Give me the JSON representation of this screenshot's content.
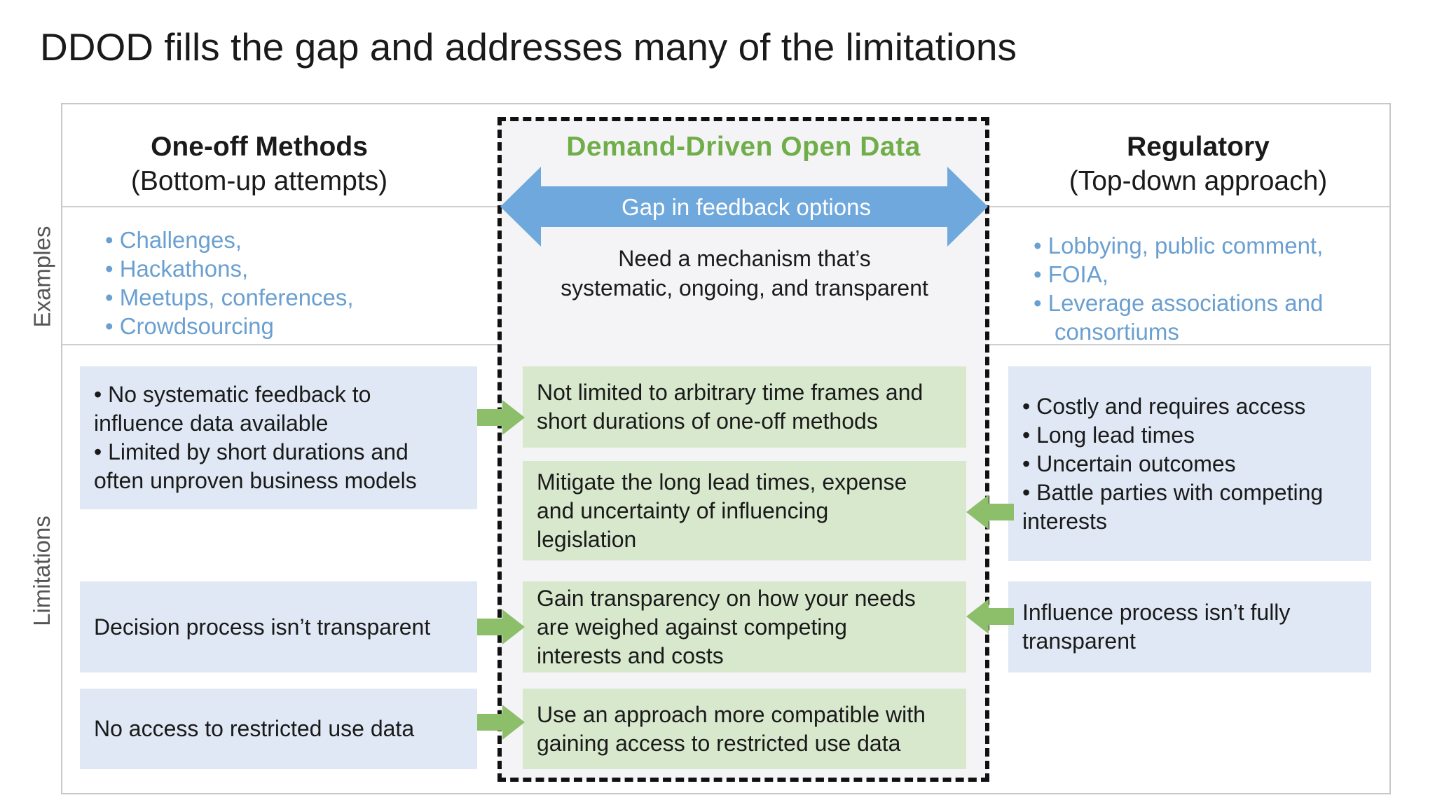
{
  "title": "DDOD fills the gap and addresses many of the limitations",
  "row_labels": {
    "examples": "Examples",
    "limitations": "Limitations"
  },
  "columns": {
    "left": {
      "title": "One-off Methods",
      "subtitle": "(Bottom-up attempts)"
    },
    "center": {
      "title": "Demand-Driven Open Data",
      "gap_label": "Gap in feedback options",
      "need_line1": "Need a mechanism that’s",
      "need_line2": "systematic, ongoing, and transparent"
    },
    "right": {
      "title": "Regulatory",
      "subtitle": "(Top-down approach)"
    }
  },
  "examples": {
    "left": [
      "• Challenges,",
      "• Hackathons,",
      "• Meetups, conferences,",
      "• Crowdsourcing"
    ],
    "right": [
      "• Lobbying, public comment,",
      "• FOIA,",
      "• Leverage associations and",
      "consortiums"
    ]
  },
  "limitations": {
    "left": [
      {
        "lines": [
          "• No systematic feedback to",
          "influence data available",
          "• Limited by short durations and",
          "often unproven business models"
        ]
      },
      {
        "lines": [
          "Decision process isn’t transparent"
        ]
      },
      {
        "lines": [
          "No access to restricted use data"
        ]
      }
    ],
    "center": [
      {
        "lines": [
          "Not limited to arbitrary time frames and",
          "short durations of one-off methods"
        ]
      },
      {
        "lines": [
          "Mitigate the long lead times, expense",
          "and uncertainty of influencing",
          "legislation"
        ]
      },
      {
        "lines": [
          "Gain transparency on how your needs",
          "are weighed against competing",
          "interests and costs"
        ]
      },
      {
        "lines": [
          "Use an approach more compatible with",
          "gaining access to restricted use data"
        ]
      }
    ],
    "right": [
      {
        "lines": [
          "• Costly and requires access",
          "• Long lead times",
          "• Uncertain outcomes",
          "• Battle parties with competing",
          "interests"
        ]
      },
      {
        "lines": [
          "Influence process isn’t fully",
          "transparent"
        ]
      }
    ]
  },
  "colors": {
    "gap_arrow": "#6fa8dc",
    "center_heading": "#6fae49",
    "green_arrow": "#8dbf6b",
    "blue_box": "#dfe8f4",
    "green_box": "#d8e8cd",
    "example_text": "#6a9fd0"
  }
}
